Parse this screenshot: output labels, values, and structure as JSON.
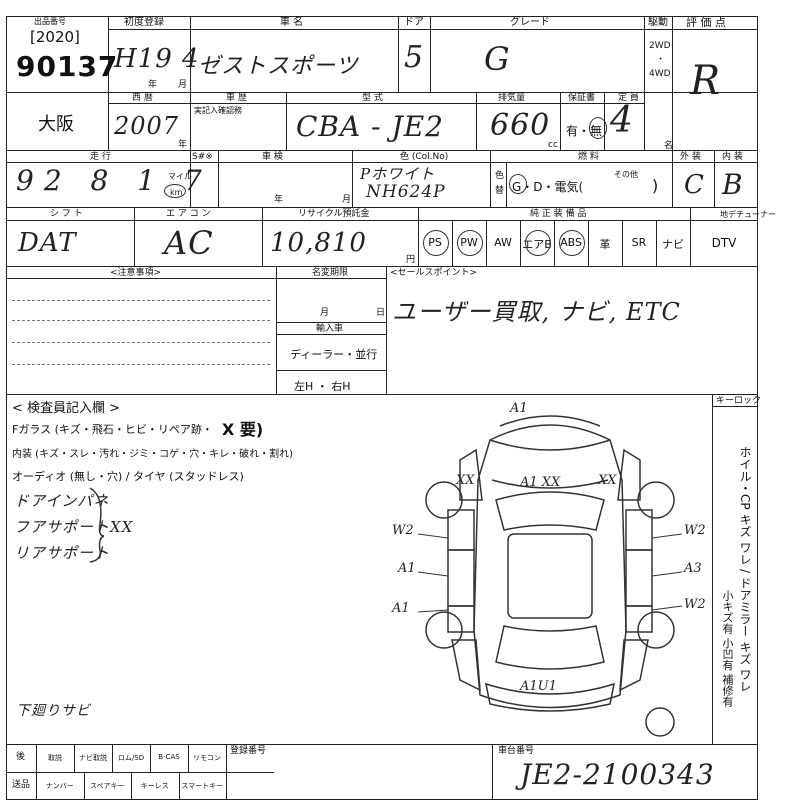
{
  "header": {
    "auction_no_label": "出品番号",
    "year_bracket": "[2020]",
    "lot_number": "90137",
    "first_reg_label": "初度登録",
    "first_reg_value": "H19 4",
    "year_unit": "年",
    "month_unit": "月",
    "model_name_label": "車 名",
    "model_name_value": "ゼストスポーツ",
    "door_label": "ドア",
    "door_value": "5",
    "grade_label": "グレード",
    "grade_value": "G",
    "drive_label": "駆動",
    "drive_options": [
      "2WD",
      "・",
      "4WD"
    ],
    "rating_label": "評 価 点",
    "rating_value": "R"
  },
  "row2": {
    "region": "大阪",
    "western_year_label": "西 暦",
    "western_year_value": "2007",
    "year_unit": "年",
    "history_label": "車 歴",
    "history_note": "実記入確認務",
    "model_type_label": "型 式",
    "model_type_value": "CBA - JE2",
    "displacement_label": "排気量",
    "displacement_value": "660",
    "cc_unit": "cc",
    "warranty_label": "保証書",
    "warranty_value": "有・無",
    "capacity_label": "定 員",
    "capacity_value": "4",
    "capacity_unit": "名"
  },
  "row3": {
    "mileage_label": "走 行",
    "mileage_value": "92 8 1 7",
    "mile_unit": "マイル",
    "km_unit": "km",
    "s_mark": "S#※",
    "inspection_label": "車 検",
    "year_unit": "年",
    "month_unit": "月",
    "color_label": "色 (Col.No)",
    "color_value": "Pホワイト",
    "color_code": "NH624P",
    "color_swap_label": "色替",
    "fuel_label": "燃 料",
    "fuel_value": "G・D・電気(",
    "fuel_other": "その他",
    "fuel_close": ")",
    "exterior_label": "外 装",
    "exterior_value": "C",
    "interior_label": "内 装",
    "interior_value": "B"
  },
  "row4": {
    "shift_label": "シ フ ト",
    "shift_value": "DAT",
    "ac_label": "エ ア コ ン",
    "ac_value": "AC",
    "recycle_label": "リサイクル預託金",
    "recycle_value": "10,810",
    "yen_unit": "円",
    "equipment_label": "純 正 装 備 品",
    "equipment_items": [
      "PS",
      "PW",
      "AW",
      "エアB",
      "ABS",
      "革",
      "SR",
      "ナビ"
    ],
    "tuner_label": "地デチューナー",
    "tuner_value": "DTV"
  },
  "notes": {
    "caution_label": "<注意事項>",
    "name_change_label": "名変期限",
    "month_unit": "月",
    "day_unit": "日",
    "import_label": "輸入車",
    "dealer_label": "ディーラー・並行",
    "handle_label": "左H ・ 右H",
    "sales_point_label": "<セールスポイント>",
    "sales_point_value": "ユーザー買取, ナビ, ETC"
  },
  "inspector": {
    "title": "< 検査員記入欄 >",
    "glass_line": "Fガラス (キズ・飛石・ヒビ・リペア跡・",
    "glass_mark": "X 要)",
    "interior_line": "内装 (キズ・スレ・汚れ・ジミ・コゲ・穴・キレ・破れ・割れ)",
    "audio_line": "オーディオ (無し・穴) / タイヤ (スタッドレス)",
    "handwritten_lines": [
      "ドアインパネ",
      "フアサポート",
      "リアサポート"
    ],
    "handwritten_mark": "XX",
    "bottom_note": "下廻りサビ",
    "key_lock_label": "キーロック",
    "side_note": "ホイル・CP キズ ワレ / ドアミラー キズ ワレ",
    "side_note_left": "小キズ有 小凹有 補修有"
  },
  "diagram_marks": [
    "A1",
    "A1 XX",
    "XX",
    "XX",
    "W2",
    "A1",
    "A1",
    "W2",
    "A3",
    "W2",
    "A1U1"
  ],
  "footer": {
    "label_top": "後",
    "label_bottom": "送品",
    "items_row1": [
      "取説",
      "ナビ取説",
      "ロム/SD",
      "B-CAS",
      "リモコン"
    ],
    "items_row2": [
      "ナンバー",
      "スペアキー",
      "キーレス",
      "スマートキー"
    ],
    "reg_number_label": "登録番号",
    "chassis_label": "車台番号",
    "chassis_value": "JE2-2100343"
  }
}
